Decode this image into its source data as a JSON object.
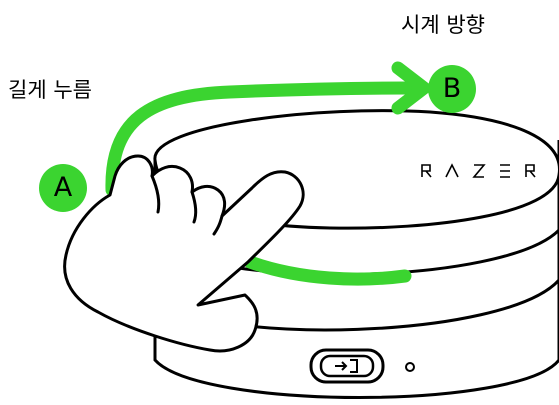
{
  "labels": {
    "long_press": "길게 누름",
    "clockwise": "시계 방향"
  },
  "badges": {
    "start": "A",
    "end": "B"
  },
  "device": {
    "brand_icon": "razer-wordmark-icon",
    "port_icon": "input-port-icon",
    "led_icon": "status-led-icon"
  },
  "colors": {
    "accent": "#3bd430",
    "outline": "#000000",
    "background": "#ffffff"
  },
  "icons": {
    "hand": "hand-icon",
    "arrow": "clockwise-arrow-icon"
  }
}
